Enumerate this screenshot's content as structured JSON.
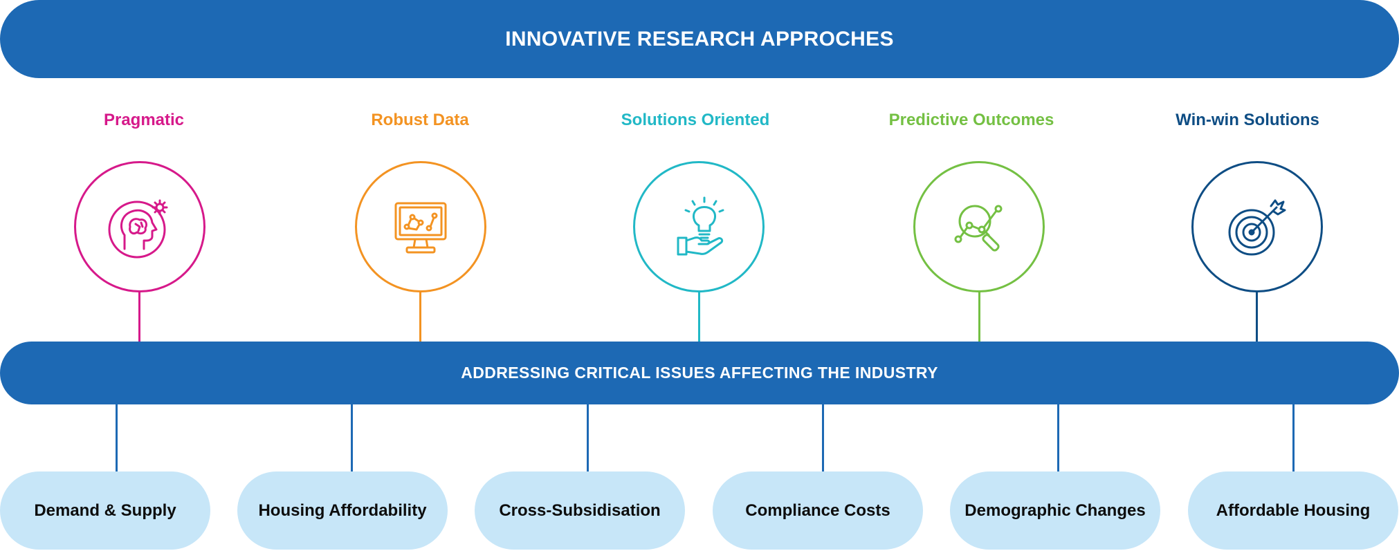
{
  "title": "INNOVATIVE RESEARCH APPROCHES",
  "approaches": [
    {
      "label": "Pragmatic",
      "color": "#d6198a",
      "icon": "brain-gear-icon"
    },
    {
      "label": "Robust Data",
      "color": "#f39322",
      "icon": "monitor-data-icon"
    },
    {
      "label": "Solutions Oriented",
      "color": "#21b8c6",
      "icon": "lightbulb-hand-icon"
    },
    {
      "label": "Predictive Outcomes",
      "color": "#74c043",
      "icon": "magnifier-chart-icon"
    },
    {
      "label": "Win-win Solutions",
      "color": "#0e4d84",
      "icon": "target-arrow-icon"
    }
  ],
  "issues_banner": "ADDRESSING CRITICAL ISSUES AFFECTING THE INDUSTRY",
  "issues": [
    {
      "label": "Demand & Supply"
    },
    {
      "label": "Housing Affordability"
    },
    {
      "label": "Cross-Subsidisation"
    },
    {
      "label": "Compliance Costs"
    },
    {
      "label": "Demographic Changes"
    },
    {
      "label": "Affordable Housing"
    }
  ],
  "colors": {
    "banner": "#1d69b4",
    "issue_pill": "#c7e6f8",
    "connector": "#1d69b4"
  }
}
